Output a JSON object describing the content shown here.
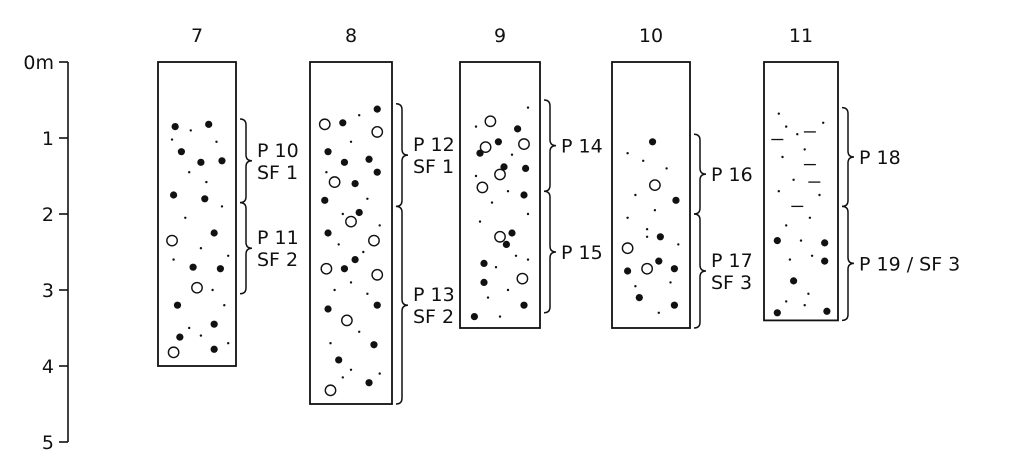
{
  "depth_axis": {
    "unit": "m",
    "max_depth": 5,
    "ticks": [
      {
        "value": 0,
        "label": "0m"
      },
      {
        "value": 1,
        "label": "1"
      },
      {
        "value": 2,
        "label": "2"
      },
      {
        "value": 3,
        "label": "3"
      },
      {
        "value": 4,
        "label": "4"
      },
      {
        "value": 5,
        "label": "5"
      }
    ]
  },
  "columns": [
    {
      "number": "7",
      "bottom_depth": 4.0,
      "samples": [
        {
          "lines": [
            "P 10",
            "SF 1"
          ],
          "from": 0.75,
          "to": 1.85
        },
        {
          "lines": [
            "P 11",
            "SF 2"
          ],
          "from": 1.85,
          "to": 3.05
        }
      ],
      "filled_dots": [
        [
          0.22,
          0.85
        ],
        [
          0.65,
          0.82
        ],
        [
          0.3,
          1.18
        ],
        [
          0.55,
          1.32
        ],
        [
          0.82,
          1.3
        ],
        [
          0.2,
          1.75
        ],
        [
          0.6,
          1.8
        ],
        [
          0.72,
          2.25
        ],
        [
          0.45,
          2.7
        ],
        [
          0.8,
          2.72
        ],
        [
          0.25,
          3.2
        ],
        [
          0.72,
          3.45
        ],
        [
          0.28,
          3.62
        ],
        [
          0.72,
          3.78
        ]
      ],
      "open_circles": [
        [
          0.18,
          2.35
        ],
        [
          0.5,
          2.97
        ],
        [
          0.2,
          3.82
        ]
      ],
      "specks": [
        [
          0.42,
          0.9
        ],
        [
          0.75,
          1.05
        ],
        [
          0.18,
          1.02
        ],
        [
          0.62,
          1.58
        ],
        [
          0.4,
          1.45
        ],
        [
          0.82,
          1.9
        ],
        [
          0.35,
          2.05
        ],
        [
          0.55,
          2.45
        ],
        [
          0.9,
          2.55
        ],
        [
          0.2,
          2.6
        ],
        [
          0.7,
          3.0
        ],
        [
          0.85,
          3.2
        ],
        [
          0.4,
          3.5
        ],
        [
          0.55,
          3.6
        ],
        [
          0.9,
          3.7
        ]
      ]
    },
    {
      "number": "8",
      "bottom_depth": 4.5,
      "samples": [
        {
          "lines": [
            "P 12",
            "SF 1"
          ],
          "from": 0.55,
          "to": 1.9
        },
        {
          "lines": [
            "P 13",
            "SF 2"
          ],
          "from": 1.9,
          "to": 4.5
        }
      ],
      "filled_dots": [
        [
          0.82,
          0.62
        ],
        [
          0.4,
          0.8
        ],
        [
          0.22,
          1.18
        ],
        [
          0.42,
          1.32
        ],
        [
          0.72,
          1.28
        ],
        [
          0.55,
          1.6
        ],
        [
          0.82,
          1.45
        ],
        [
          0.18,
          1.82
        ],
        [
          0.6,
          1.98
        ],
        [
          0.22,
          2.25
        ],
        [
          0.55,
          2.6
        ],
        [
          0.42,
          2.72
        ],
        [
          0.82,
          3.2
        ],
        [
          0.22,
          3.25
        ],
        [
          0.78,
          3.72
        ],
        [
          0.35,
          3.92
        ],
        [
          0.72,
          4.22
        ]
      ],
      "open_circles": [
        [
          0.18,
          0.82
        ],
        [
          0.82,
          0.92
        ],
        [
          0.3,
          1.58
        ],
        [
          0.5,
          2.1
        ],
        [
          0.78,
          2.35
        ],
        [
          0.2,
          2.72
        ],
        [
          0.82,
          2.8
        ],
        [
          0.45,
          3.4
        ],
        [
          0.25,
          4.32
        ]
      ],
      "specks": [
        [
          0.6,
          0.7
        ],
        [
          0.5,
          1.05
        ],
        [
          0.2,
          1.45
        ],
        [
          0.7,
          1.8
        ],
        [
          0.4,
          2.0
        ],
        [
          0.85,
          2.15
        ],
        [
          0.35,
          2.4
        ],
        [
          0.65,
          2.5
        ],
        [
          0.5,
          2.9
        ],
        [
          0.3,
          3.0
        ],
        [
          0.7,
          3.05
        ],
        [
          0.6,
          3.55
        ],
        [
          0.25,
          3.7
        ],
        [
          0.5,
          4.05
        ],
        [
          0.85,
          4.1
        ],
        [
          0.4,
          4.15
        ]
      ]
    },
    {
      "number": "9",
      "bottom_depth": 3.5,
      "samples": [
        {
          "lines": [
            "P 14"
          ],
          "from": 0.5,
          "to": 1.7
        },
        {
          "lines": [
            "P 15"
          ],
          "from": 1.7,
          "to": 3.3
        }
      ],
      "filled_dots": [
        [
          0.72,
          0.88
        ],
        [
          0.48,
          1.05
        ],
        [
          0.25,
          1.2
        ],
        [
          0.55,
          1.38
        ],
        [
          0.82,
          1.4
        ],
        [
          0.8,
          1.75
        ],
        [
          0.65,
          2.25
        ],
        [
          0.58,
          2.4
        ],
        [
          0.3,
          2.65
        ],
        [
          0.8,
          3.2
        ],
        [
          0.18,
          3.35
        ],
        [
          0.3,
          2.9
        ]
      ],
      "open_circles": [
        [
          0.38,
          0.78
        ],
        [
          0.32,
          1.12
        ],
        [
          0.8,
          1.08
        ],
        [
          0.5,
          1.48
        ],
        [
          0.28,
          1.65
        ],
        [
          0.5,
          2.3
        ],
        [
          0.78,
          2.85
        ]
      ],
      "specks": [
        [
          0.2,
          0.85
        ],
        [
          0.85,
          0.6
        ],
        [
          0.65,
          1.22
        ],
        [
          0.2,
          1.5
        ],
        [
          0.6,
          1.7
        ],
        [
          0.4,
          1.85
        ],
        [
          0.85,
          2.0
        ],
        [
          0.25,
          2.1
        ],
        [
          0.7,
          2.55
        ],
        [
          0.45,
          2.7
        ],
        [
          0.6,
          3.0
        ],
        [
          0.35,
          3.1
        ],
        [
          0.5,
          3.35
        ],
        [
          0.85,
          2.6
        ]
      ]
    },
    {
      "number": "10",
      "bottom_depth": 3.5,
      "samples": [
        {
          "lines": [
            "P 16"
          ],
          "from": 0.95,
          "to": 2.0
        },
        {
          "lines": [
            "P 17",
            "SF 3"
          ],
          "from": 2.0,
          "to": 3.5
        }
      ],
      "filled_dots": [
        [
          0.52,
          1.05
        ],
        [
          0.82,
          1.82
        ],
        [
          0.62,
          2.3
        ],
        [
          0.2,
          2.75
        ],
        [
          0.8,
          2.72
        ],
        [
          0.35,
          3.1
        ],
        [
          0.8,
          3.2
        ],
        [
          0.6,
          2.62
        ]
      ],
      "open_circles": [
        [
          0.55,
          1.62
        ],
        [
          0.2,
          2.45
        ],
        [
          0.45,
          2.72
        ]
      ],
      "specks": [
        [
          0.2,
          1.2
        ],
        [
          0.4,
          1.3
        ],
        [
          0.7,
          1.4
        ],
        [
          0.3,
          1.75
        ],
        [
          0.55,
          1.95
        ],
        [
          0.2,
          2.05
        ],
        [
          0.45,
          2.3
        ],
        [
          0.85,
          2.4
        ],
        [
          0.3,
          2.95
        ],
        [
          0.6,
          3.3
        ],
        [
          0.75,
          2.9
        ],
        [
          0.45,
          2.2
        ]
      ]
    },
    {
      "number": "11",
      "bottom_depth": 3.4,
      "samples": [
        {
          "lines": [
            "P 18"
          ],
          "from": 0.6,
          "to": 1.9
        },
        {
          "lines": [
            "P 19 / SF 3"
          ],
          "from": 1.9,
          "to": 3.4
        }
      ],
      "filled_dots": [
        [
          0.18,
          2.35
        ],
        [
          0.82,
          2.38
        ],
        [
          0.82,
          2.62
        ],
        [
          0.4,
          2.88
        ],
        [
          0.18,
          3.3
        ],
        [
          0.85,
          3.28
        ]
      ],
      "open_circles": [],
      "dashes": [
        [
          0.62,
          0.92
        ],
        [
          0.18,
          1.02
        ],
        [
          0.62,
          1.35
        ],
        [
          0.68,
          1.58
        ],
        [
          0.45,
          1.9
        ]
      ],
      "specks": [
        [
          0.2,
          0.68
        ],
        [
          0.3,
          0.85
        ],
        [
          0.45,
          0.95
        ],
        [
          0.8,
          0.8
        ],
        [
          0.25,
          1.25
        ],
        [
          0.55,
          1.15
        ],
        [
          0.75,
          1.75
        ],
        [
          0.4,
          1.55
        ],
        [
          0.2,
          1.7
        ],
        [
          0.62,
          2.05
        ],
        [
          0.3,
          2.15
        ],
        [
          0.5,
          2.35
        ],
        [
          0.65,
          2.55
        ],
        [
          0.35,
          2.6
        ],
        [
          0.6,
          3.05
        ],
        [
          0.3,
          3.15
        ],
        [
          0.55,
          3.2
        ]
      ]
    }
  ]
}
